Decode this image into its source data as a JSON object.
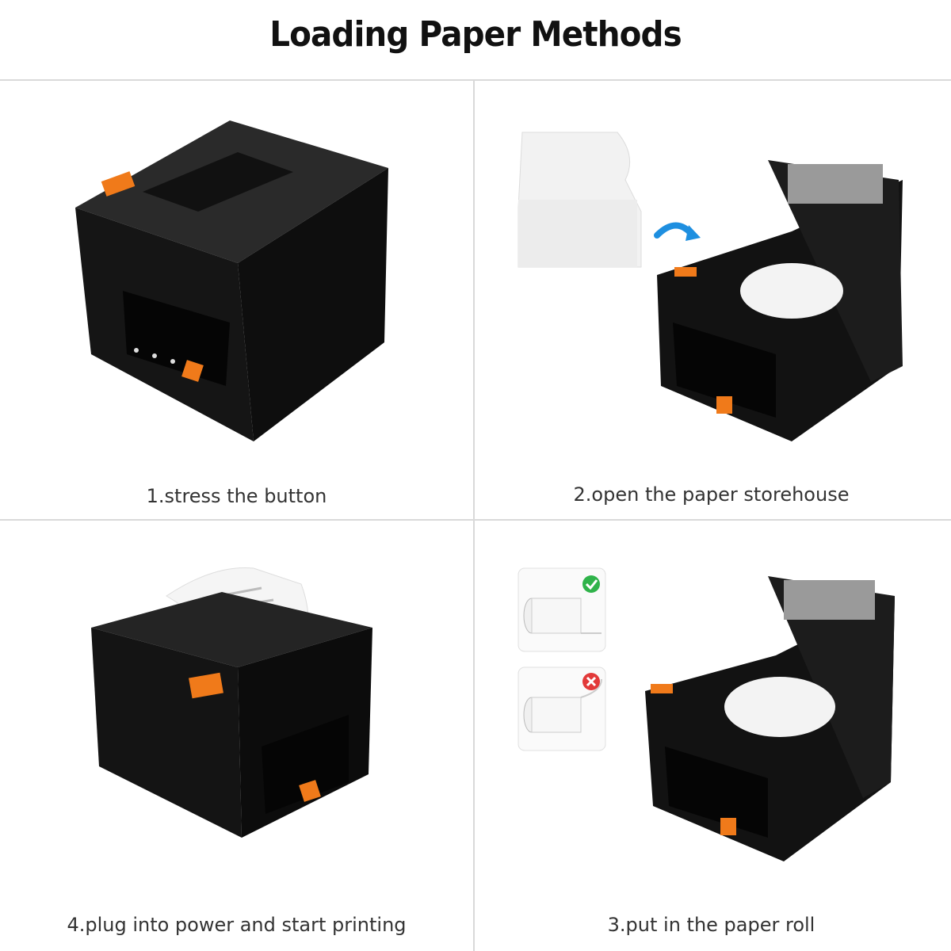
{
  "title": "Loading Paper Methods",
  "steps": [
    {
      "caption": "1.stress the button"
    },
    {
      "caption": "2.open the paper storehouse"
    },
    {
      "caption": "4.plug into power and start printing"
    },
    {
      "caption": "3.put in the paper roll"
    }
  ],
  "colors": {
    "accent": "#f07a1a",
    "printer_body": "#1b1b1b",
    "check": "#2fb34a",
    "cross": "#e23a3a",
    "arrow": "#1e8fe0"
  },
  "icons": [
    "check-icon",
    "cross-icon",
    "curved-arrow-icon"
  ]
}
